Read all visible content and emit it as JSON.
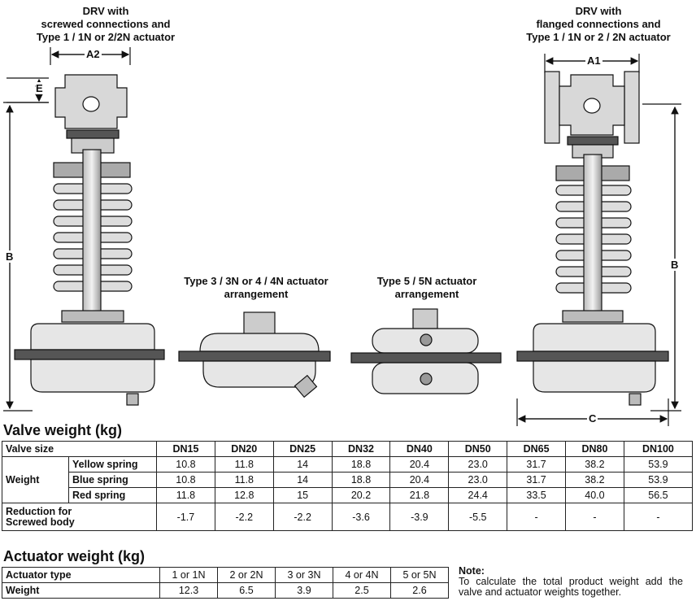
{
  "drawings": {
    "left_caption": [
      "DRV with",
      "screwed connections and",
      "Type 1 / 1N or 2/2N actuator"
    ],
    "right_caption": [
      "DRV with",
      "flanged connections and",
      "Type 1 / 1N or 2 / 2N actuator"
    ],
    "mid1_caption": [
      "Type 3 / 3N or 4 / 4N actuator",
      "arrangement"
    ],
    "mid2_caption": [
      "Type 5 / 5N actuator",
      "arrangement"
    ],
    "dims": {
      "a2": "A2",
      "a1": "A1",
      "e": "E",
      "b_left": "B",
      "b_right": "B",
      "c": "C"
    }
  },
  "valve_weight": {
    "title": "Valve weight (kg)",
    "col0": "Valve size",
    "sizes": [
      "DN15",
      "DN20",
      "DN25",
      "DN32",
      "DN40",
      "DN50",
      "DN65",
      "DN80",
      "DN100"
    ],
    "weight_label": "Weight",
    "rows": [
      {
        "label": "Yellow spring",
        "values": [
          "10.8",
          "11.8",
          "14",
          "18.8",
          "20.4",
          "23.0",
          "31.7",
          "38.2",
          "53.9"
        ]
      },
      {
        "label": "Blue spring",
        "values": [
          "10.8",
          "11.8",
          "14",
          "18.8",
          "20.4",
          "23.0",
          "31.7",
          "38.2",
          "53.9"
        ]
      },
      {
        "label": "Red spring",
        "values": [
          "11.8",
          "12.8",
          "15",
          "20.2",
          "21.8",
          "24.4",
          "33.5",
          "40.0",
          "56.5"
        ]
      }
    ],
    "reduction_label": [
      "Reduction for",
      "Screwed body"
    ],
    "reduction_values": [
      "-1.7",
      "-2.2",
      "-2.2",
      "-3.6",
      "-3.9",
      "-5.5",
      "-",
      "-",
      "-"
    ]
  },
  "actuator_weight": {
    "title": "Actuator weight (kg)",
    "type_label": "Actuator type",
    "types": [
      "1 or 1N",
      "2 or 2N",
      "3 or 3N",
      "4 or 4N",
      "5 or 5N"
    ],
    "weight_label": "Weight",
    "weights": [
      "12.3",
      "6.5",
      "3.9",
      "2.5",
      "2.6"
    ]
  },
  "note": {
    "title": "Note:",
    "text": "To calculate the total product weight add the valve and actuator weights together."
  }
}
